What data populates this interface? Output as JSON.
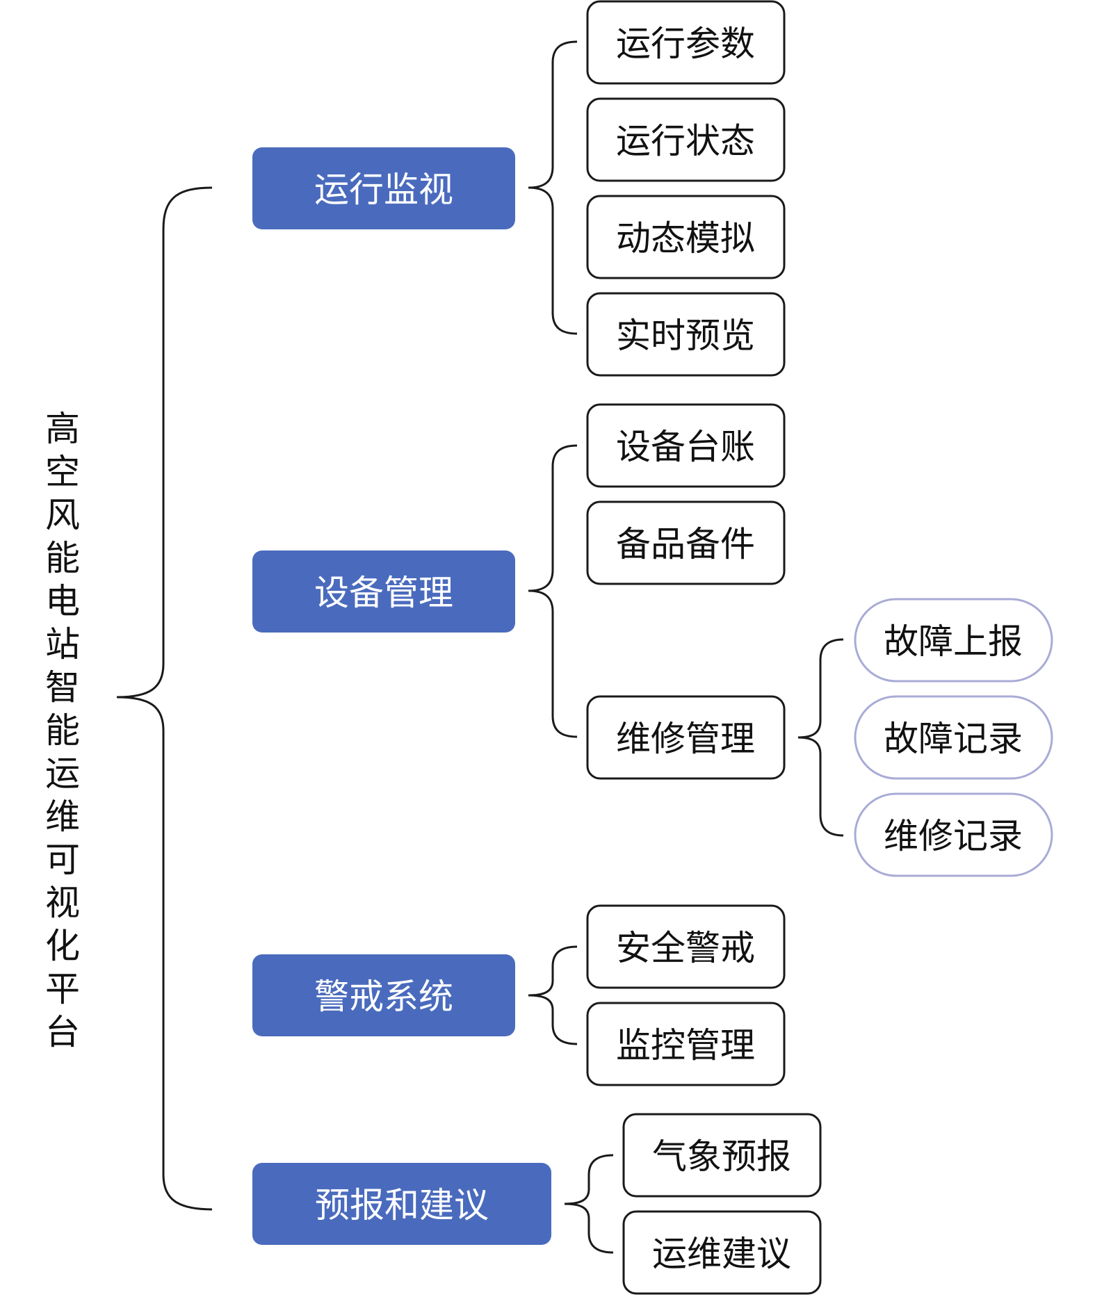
{
  "root": "高空风能电站智能运维可视化平台",
  "categories": [
    {
      "label": "运行监视",
      "children": [
        "运行参数",
        "运行状态",
        "动态模拟",
        "实时预览"
      ]
    },
    {
      "label": "设备管理",
      "children": [
        "设备台账",
        "备品备件",
        "维修管理"
      ],
      "sub": {
        "parent": "维修管理",
        "children": [
          "故障上报",
          "故障记录",
          "维修记录"
        ]
      }
    },
    {
      "label": "警戒系统",
      "children": [
        "安全警戒",
        "监控管理"
      ]
    },
    {
      "label": "预报和建议",
      "children": [
        "气象预报",
        "运维建议"
      ]
    }
  ],
  "colors": {
    "category_fill": "#4a6bbd",
    "leaf_border": "#1a1a1a",
    "sub_border": "#a9abd6"
  }
}
